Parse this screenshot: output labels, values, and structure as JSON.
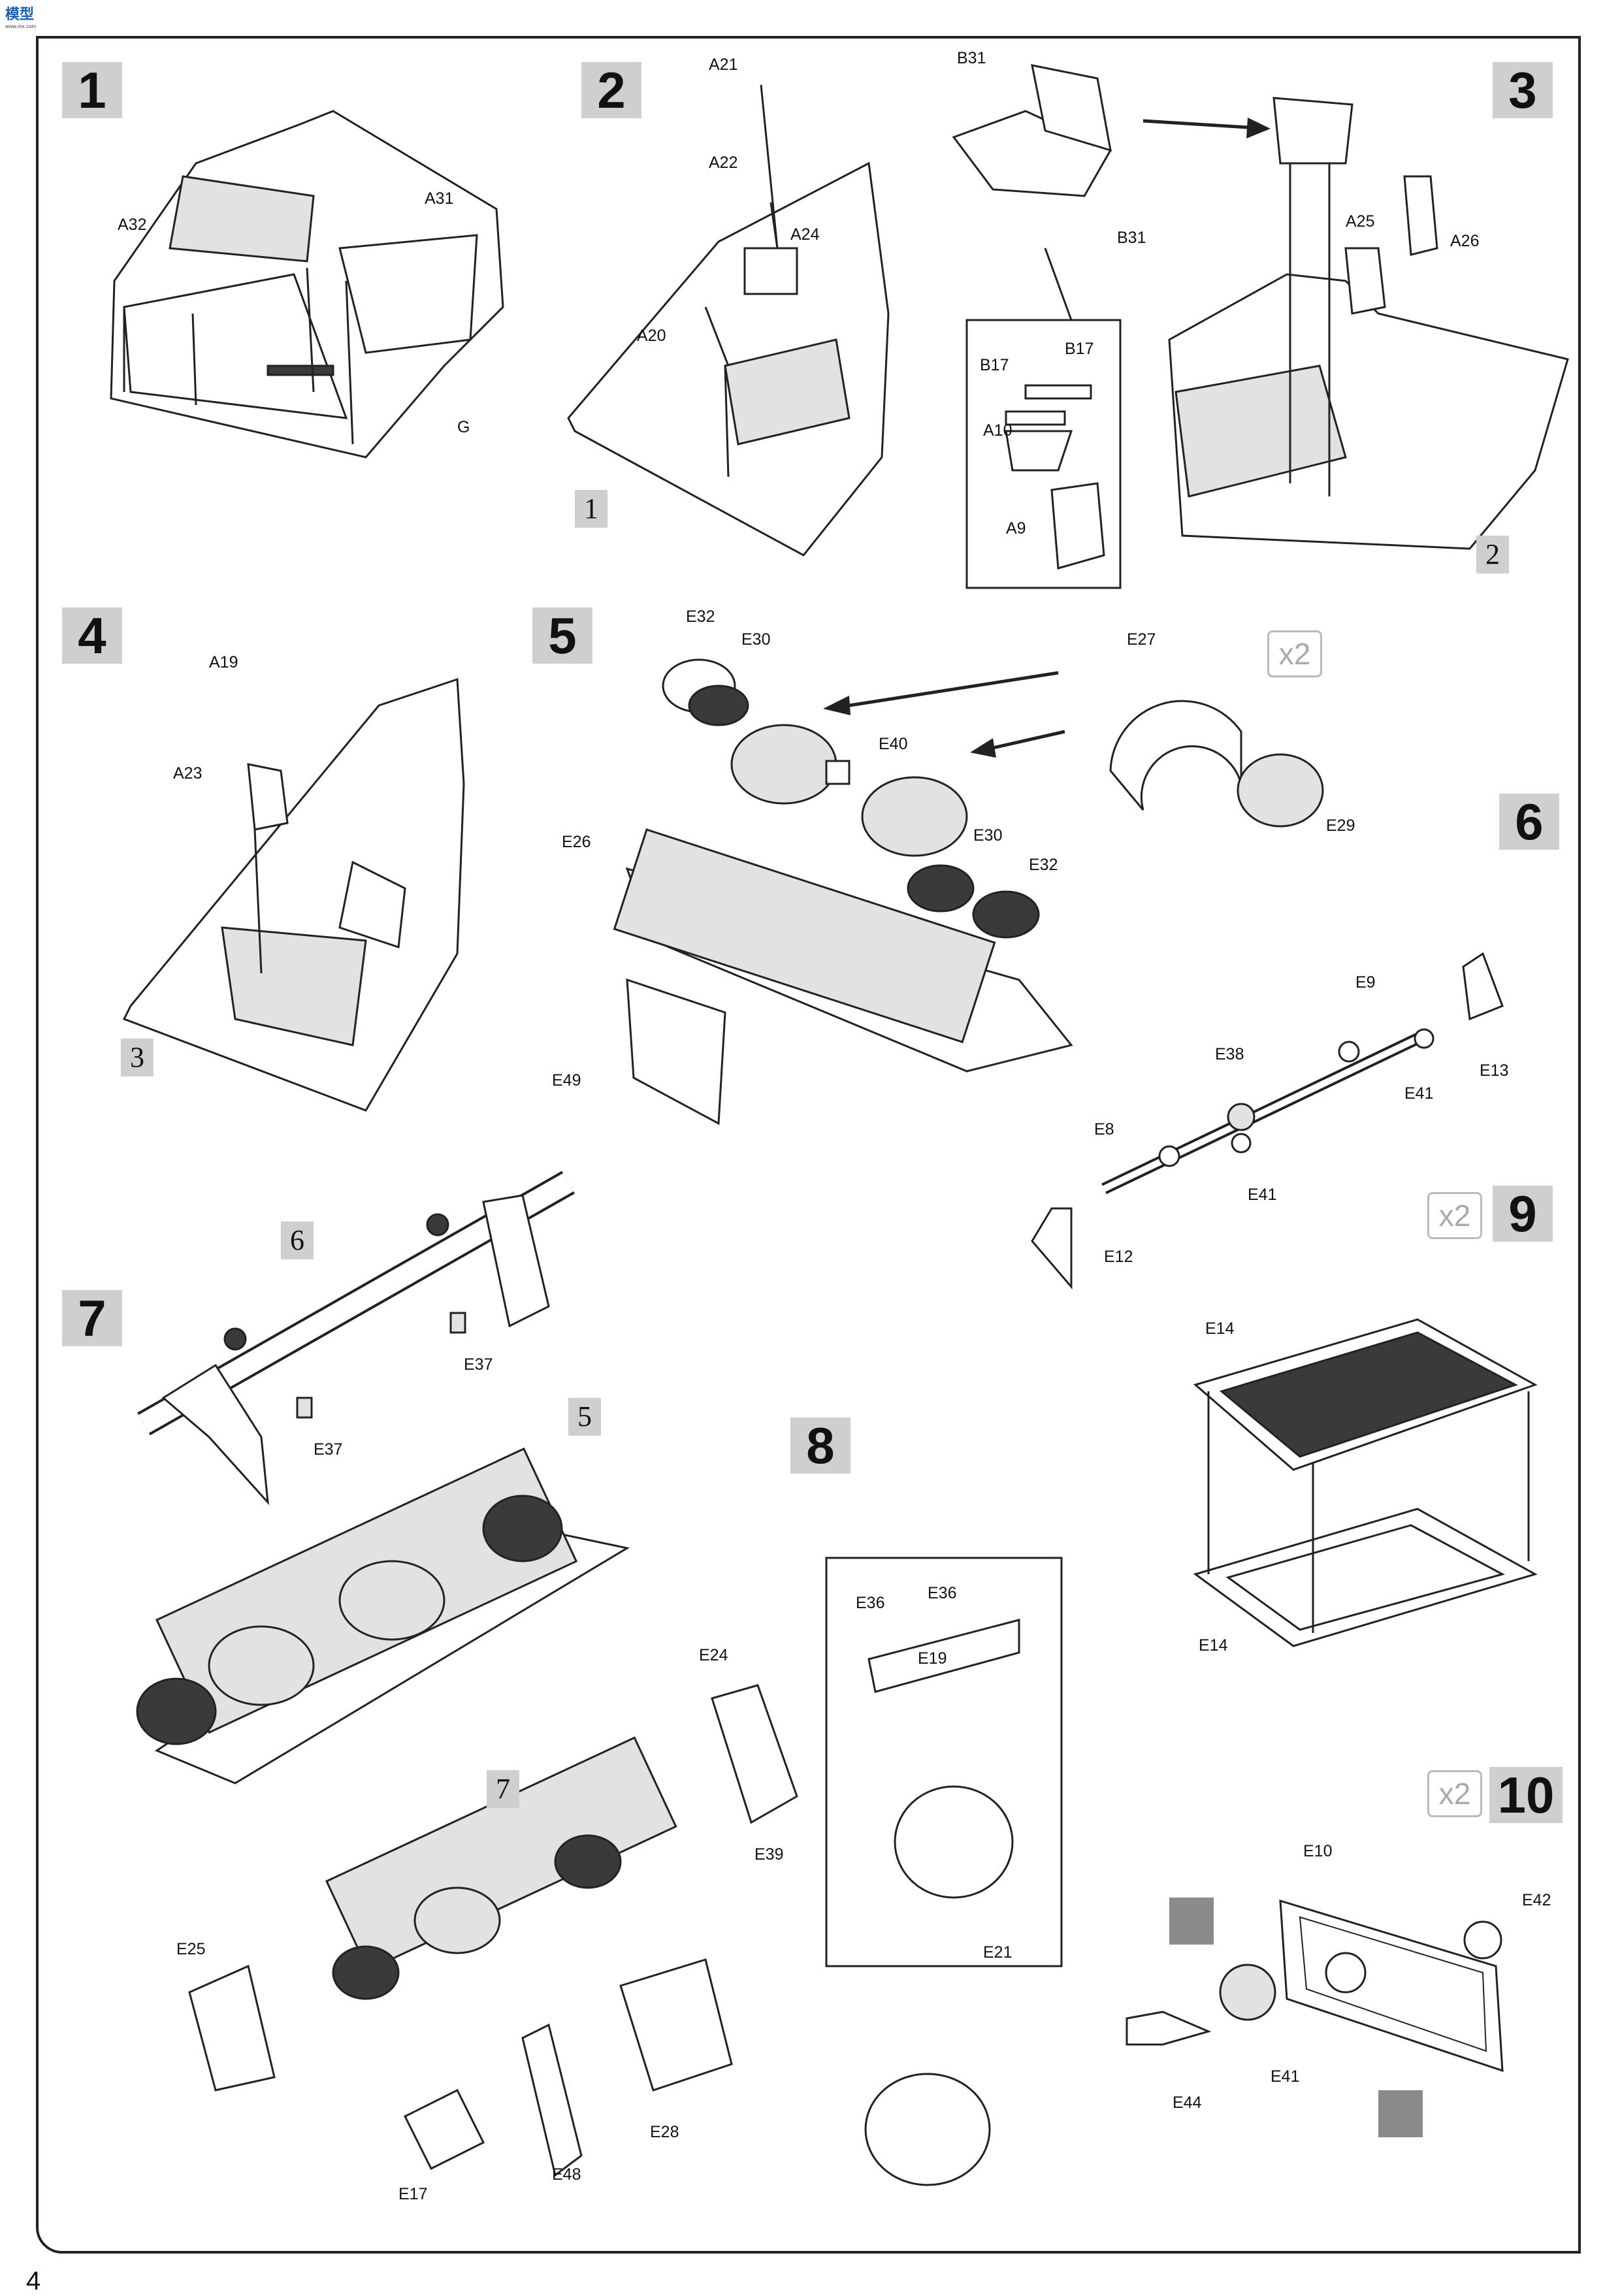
{
  "logo": {
    "text_a": "模",
    "text_b": "型",
    "sub": "www.mx.com"
  },
  "page_number": "4",
  "steps": [
    "1",
    "2",
    "3",
    "4",
    "5",
    "6",
    "7",
    "8",
    "9",
    "10"
  ],
  "multipliers": {
    "step5": "x2",
    "step9": "x2",
    "step10": "x2"
  },
  "refs": {
    "s2_ref": "1",
    "s3_ref": "2",
    "s4_ref": "3",
    "s7_ref6": "6",
    "s7_ref5": "5",
    "s8_ref7": "7"
  },
  "labels": {
    "A32": "A32",
    "A31": "A31",
    "G": "G",
    "A21": "A21",
    "A22": "A22",
    "A24": "A24",
    "A20": "A20",
    "B31a": "B31",
    "B31b": "B31",
    "B17a": "B17",
    "B17b": "B17",
    "A10": "A10",
    "A9": "A9",
    "A25": "A25",
    "A26": "A26",
    "A19": "A19",
    "A23": "A23",
    "E32a": "E32",
    "E30a": "E30",
    "E27": "E27",
    "E40": "E40",
    "E26": "E26",
    "E30b": "E30",
    "E32b": "E32",
    "E29": "E29",
    "E49": "E49",
    "E9": "E9",
    "E13": "E13",
    "E38": "E38",
    "E41a": "E41",
    "E8": "E8",
    "E41b": "E41",
    "E12": "E12",
    "E37a": "E37",
    "E37b": "E37",
    "E14a": "E14",
    "E14b": "E14",
    "E24": "E24",
    "E39": "E39",
    "E25": "E25",
    "E28": "E28",
    "E48": "E48",
    "E17": "E17",
    "E36a": "E36",
    "E36b": "E36",
    "E19": "E19",
    "E21": "E21",
    "E10": "E10",
    "E42": "E42",
    "E41c": "E41",
    "E44": "E44"
  }
}
